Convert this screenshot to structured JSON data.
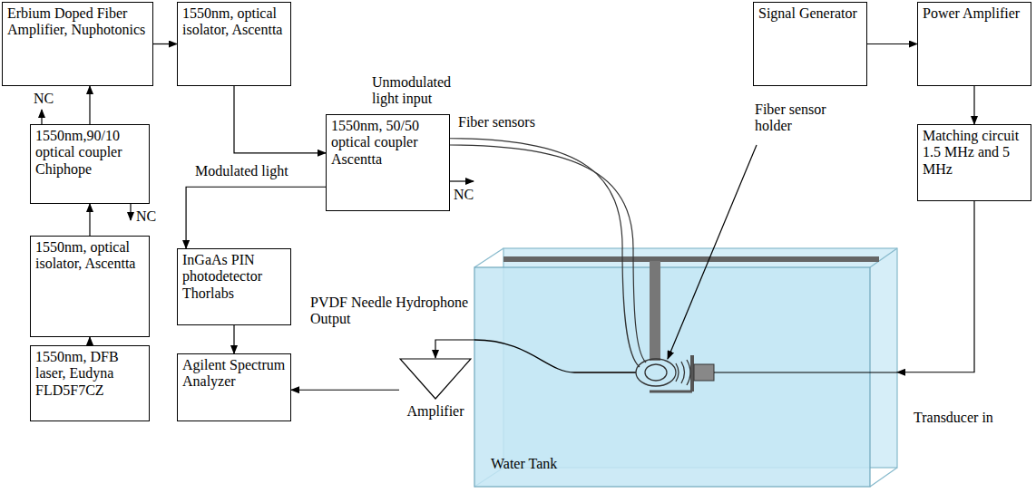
{
  "diagram": {
    "nodes": [
      {
        "text": [
          "Erbium Doped Fiber Amplifier, Nuphotonics"
        ]
      },
      {
        "text": [
          "1550nm, optical isolator, Ascentta"
        ]
      },
      {
        "text": [
          "1550nm,90/10 optical coupler Chiphope"
        ]
      },
      {
        "text": [
          "1550nm, optical isolator, Ascentta"
        ]
      },
      {
        "text": [
          "1550nm, DFB laser, Eudyna FLD5F7CZ"
        ]
      },
      {
        "text": [
          "1550nm, 50/50 optical coupler Ascentta"
        ]
      },
      {
        "text": [
          "InGaAs PIN photodetector Thorlabs"
        ]
      },
      {
        "text": [
          "Agilent Spectrum Analyzer"
        ]
      },
      {
        "text": [
          "Signal Generator"
        ]
      },
      {
        "text": [
          "Power Amplifier"
        ]
      },
      {
        "text": [
          "Matching circuit 1.5 MHz and 5 MHz"
        ]
      },
      {
        "text": [
          "Amplifier"
        ]
      },
      {
        "text": [
          "Water Tank"
        ]
      }
    ],
    "edges": [
      {
        "from": 4,
        "to": 3,
        "arrow": "to"
      },
      {
        "from": 3,
        "to": 2,
        "arrow": "to"
      },
      {
        "from": 2,
        "to": 0,
        "arrow": "to"
      },
      {
        "from": 0,
        "to": 1,
        "arrow": "to"
      },
      {
        "from": 1,
        "to": 5,
        "arrow": "to"
      },
      {
        "from": 5,
        "to": 6,
        "arrow": "to"
      },
      {
        "from": 6,
        "to": 7,
        "arrow": "to"
      },
      {
        "from": 11,
        "to": 7,
        "arrow": "to"
      },
      {
        "from": 8,
        "to": 9,
        "arrow": "to"
      },
      {
        "from": 9,
        "to": 10,
        "arrow": "to"
      },
      {
        "from": 10,
        "to": 12,
        "arrow": "to"
      },
      {
        "from": 12,
        "to": 11,
        "arrow": "to"
      },
      {
        "from": 5,
        "to": 12,
        "arrow": "none"
      }
    ],
    "labels": [
      "NC",
      "NC",
      "Unmodulated light input",
      "Fiber sensors",
      "Modulated light",
      "NC",
      "PVDF Needle Hydrophone Output",
      "Fiber sensor holder",
      "Transducer in"
    ]
  }
}
